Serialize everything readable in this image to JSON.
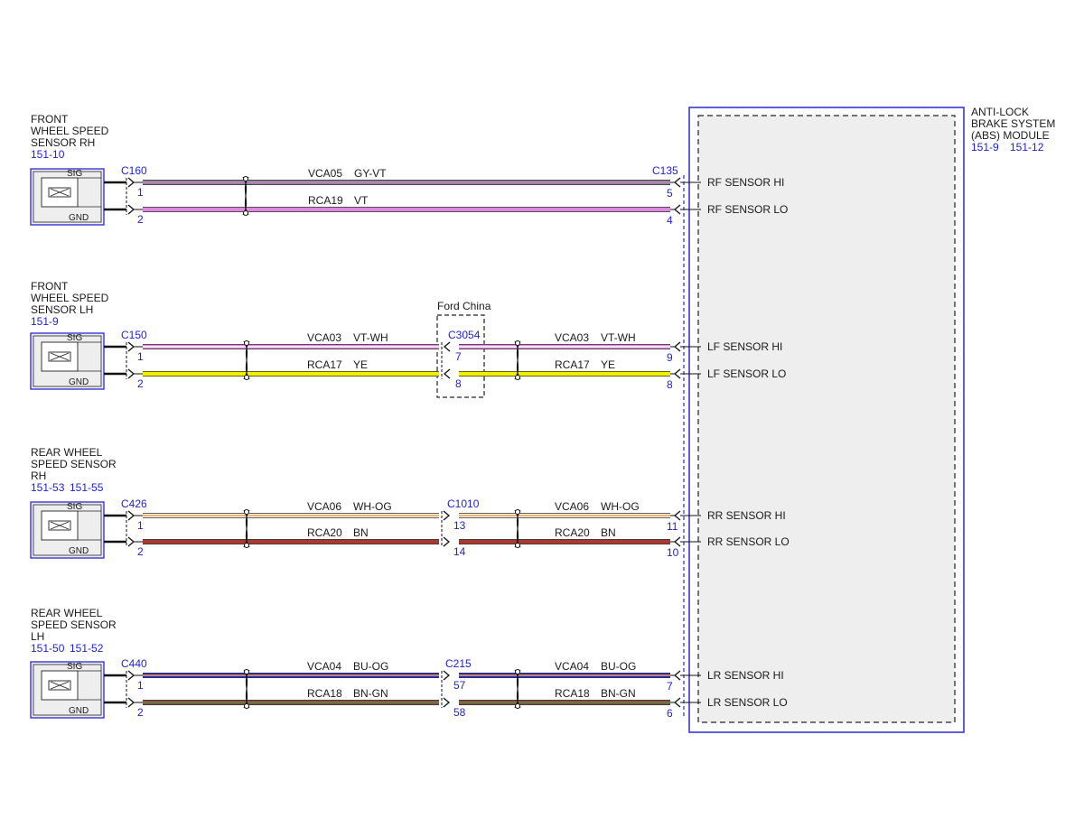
{
  "module": {
    "title_lines": [
      "ANTI-LOCK",
      "BRAKE SYSTEM",
      "(ABS) MODULE"
    ],
    "refs": [
      "151-9",
      "151-12"
    ],
    "fill": "#eeeeee",
    "border": "#2a2ad0"
  },
  "inline_box_label": "Ford China",
  "sensors": [
    {
      "label_lines": [
        "FRONT",
        "WHEEL SPEED",
        "SENSOR RH"
      ],
      "refs": [
        "151-10"
      ],
      "sig_label": "SIG",
      "gnd_label": "GND",
      "left_connector": "C160",
      "left_pins": [
        "1",
        "2"
      ],
      "mid_connector": "",
      "mid_pins": [],
      "module_connector": "C135",
      "module_pins": [
        "5",
        "4"
      ],
      "module_signals": [
        "RF SENSOR HI",
        "RF SENSOR LO"
      ],
      "wires": [
        {
          "circuit": "VCA05",
          "color_code": "GY-VT",
          "base": "#8a8a8a",
          "stripe": "#c77ad6"
        },
        {
          "circuit": "RCA19",
          "color_code": "VT",
          "base": "#dd88dd",
          "stripe": ""
        }
      ]
    },
    {
      "label_lines": [
        "FRONT",
        "WHEEL SPEED",
        "SENSOR LH"
      ],
      "refs": [
        "151-9"
      ],
      "sig_label": "SIG",
      "gnd_label": "GND",
      "left_connector": "C150",
      "left_pins": [
        "1",
        "2"
      ],
      "mid_connector": "C3054",
      "mid_pins": [
        "7",
        "8"
      ],
      "module_connector": "",
      "module_pins": [
        "9",
        "8"
      ],
      "module_signals": [
        "LF SENSOR HI",
        "LF SENSOR LO"
      ],
      "wires": [
        {
          "circuit": "VCA03",
          "color_code": "VT-WH",
          "base": "#dd88dd",
          "stripe": "#ffffff"
        },
        {
          "circuit": "RCA17",
          "color_code": "YE",
          "base": "#f2ee00",
          "stripe": ""
        }
      ]
    },
    {
      "label_lines": [
        "REAR WHEEL",
        "SPEED SENSOR",
        "RH"
      ],
      "refs": [
        "151-53",
        "151-55"
      ],
      "sig_label": "SIG",
      "gnd_label": "GND",
      "left_connector": "C426",
      "left_pins": [
        "1",
        "2"
      ],
      "mid_connector": "C1010",
      "mid_pins": [
        "13",
        "14"
      ],
      "module_connector": "",
      "module_pins": [
        "11",
        "10"
      ],
      "module_signals": [
        "RR SENSOR HI",
        "RR SENSOR LO"
      ],
      "wires": [
        {
          "circuit": "VCA06",
          "color_code": "WH-OG",
          "base": "#f6f2ea",
          "stripe": "#f0a040"
        },
        {
          "circuit": "RCA20",
          "color_code": "BN",
          "base": "#a83a32",
          "stripe": ""
        }
      ]
    },
    {
      "label_lines": [
        "REAR WHEEL",
        "SPEED SENSOR",
        "LH"
      ],
      "refs": [
        "151-50",
        "151-52"
      ],
      "sig_label": "SIG",
      "gnd_label": "GND",
      "left_connector": "C440",
      "left_pins": [
        "1",
        "2"
      ],
      "mid_connector": "C215",
      "mid_pins": [
        "57",
        "58"
      ],
      "module_connector": "",
      "module_pins": [
        "7",
        "6"
      ],
      "module_signals": [
        "LR SENSOR HI",
        "LR SENSOR LO"
      ],
      "wires": [
        {
          "circuit": "VCA04",
          "color_code": "BU-OG",
          "base": "#2a2ad0",
          "stripe": "#f0a040"
        },
        {
          "circuit": "RCA18",
          "color_code": "BN-GN",
          "base": "#9a4a3a",
          "stripe": "#4a8a4a"
        }
      ]
    }
  ]
}
